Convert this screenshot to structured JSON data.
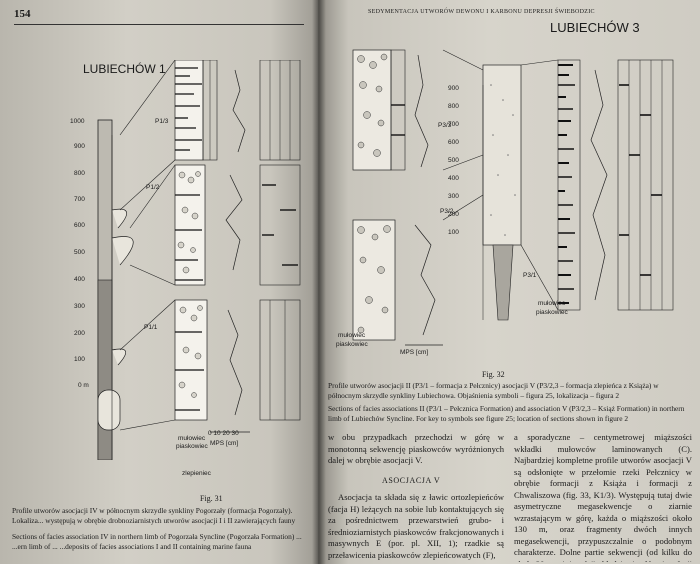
{
  "left_page": {
    "page_number": "154",
    "profile_title": "LUBIECHÓW 1",
    "section_labels": [
      "P1/3",
      "P1/2",
      "P1/1"
    ],
    "axis_values": [
      "1000",
      "900",
      "800",
      "700",
      "600",
      "500",
      "400",
      "300",
      "200",
      "100",
      "0 m"
    ],
    "legend_labels": [
      "mułowiec",
      "piaskowiec",
      "zlepieniec"
    ],
    "scale_ticks": "0 10 20 30",
    "scale_label": "MPS [cm]",
    "figure_number": "Fig. 31",
    "caption_pl": "Profile utworów asocjacji IV w północnym skrzydle synkliny Pogorzały (formacja Pogorzały). Lokaliza... występują w obrębie drobnoziarnistych utworów asocjacji I i II zawierających fauny morską. Objaśnienia ... figura 25; lokalizacja – figura 2",
    "caption_en": "Sections of facies association IV in northern limb of Pogorzała Syncline (Pogorzała Formation) ... ...ern limb of ... ...deposits of facies associations I and II containing marine fauna"
  },
  "right_page": {
    "running_header": "SEDYMENTACJA UTWORÓW DEWONU I KARBONU DEPRESJI ŚWIEBODZIC",
    "profile_title": "LUBIECHÓW 3",
    "section_labels": [
      "P3/3",
      "P3/2",
      "P3/1"
    ],
    "axis_values": [
      "900",
      "800",
      "700",
      "600",
      "500",
      "400",
      "300",
      "200",
      "100"
    ],
    "legend_labels": [
      "mułowiec",
      "piaskowiec"
    ],
    "scale_label": "MPS [cm]",
    "figure_number": "Fig. 32",
    "caption_pl": "Profile utworów asocjacji II (P3/1 – formacja z Pełcznicy) asocjacji V (P3/2,3 – formacja zlepieńca z Książa) w północnym skrzydle synkliny Lubiechowa. Objaśnienia symboli – figura 25, lokalizacja – figura 2",
    "caption_en": "Sections of facies associations II (P3/1 – Pełcznica Formation) and association V (P3/2,3 – Książ Formation) in northern limb of Lubiechów Syncline. For key to symbols see figure 25; location of sections shown in figure 2",
    "body_col1_intro": "w obu przypadkach przechodzi w górę w monotonną sekwencję piaskowców wyróżnionych dalej w obrębie asocjacji V.",
    "section_heading": "ASOCJACJA V",
    "body_col1_para": "Asocjacja ta składa się z ławic ortozlepieńców (facja H) leżących na sobie lub kontaktujących się za pośrednictwem przewarstwień grubo- i średnioziarnistych piaskowców frakcjonowanych i masywnych E (por. pl. XII, 1); rzadkie są przeławicenia piaskowców zlepieńcowatych (F),",
    "body_col2": "a sporadyczne – centymetrowej miąższości wkładki mułowców laminowanych (C). Najbardziej kompletne profile utworów asocjacji V są odsłonięte w przełomie rzeki Pełcznicy w obrębie formacji z Książa i formacji z Chwaliszowa (fig. 33, K1/3). Występują tutaj dwie asymetryczne megasekwencje o ziarnie wzrastającym w górę, każda o miąższości około 130 m, oraz fragmenty dwóch innych megasekwencji, przypuszczalnie o podobnym charakterze. Dolne partie sekwencji (od kilku do około 20 m miąższości) składają się głównie z facji piaskowców i drobnoostoczko..."
  }
}
